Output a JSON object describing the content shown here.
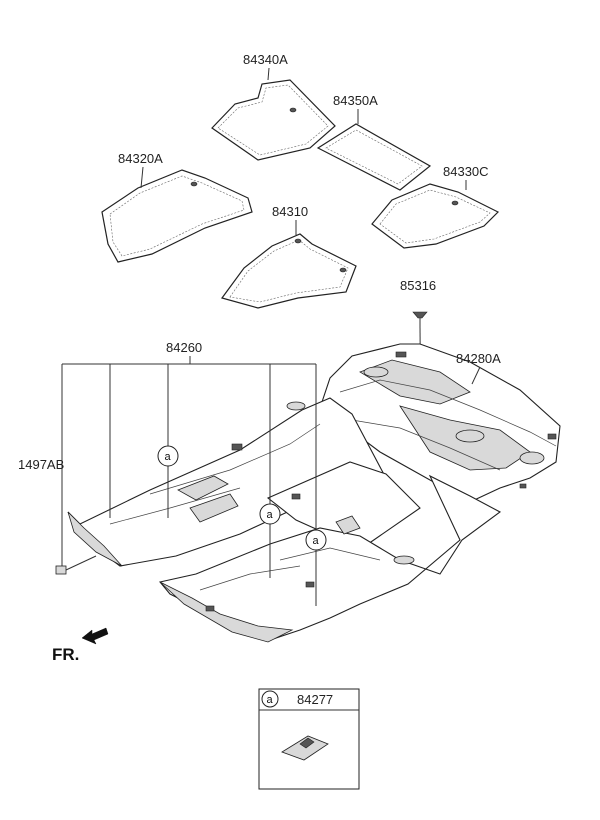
{
  "parts": {
    "mat_84340A": "84340A",
    "mat_84350A": "84350A",
    "mat_84320A": "84320A",
    "mat_84330C": "84330C",
    "mat_84310": "84310",
    "fastener_85316": "85316",
    "carpet_84260": "84260",
    "carpet_84280A": "84280A",
    "clip_1497AB": "1497AB"
  },
  "callout": {
    "letter": "a"
  },
  "legend": {
    "letter": "a",
    "part": "84277"
  },
  "direction": {
    "label": "FR."
  }
}
